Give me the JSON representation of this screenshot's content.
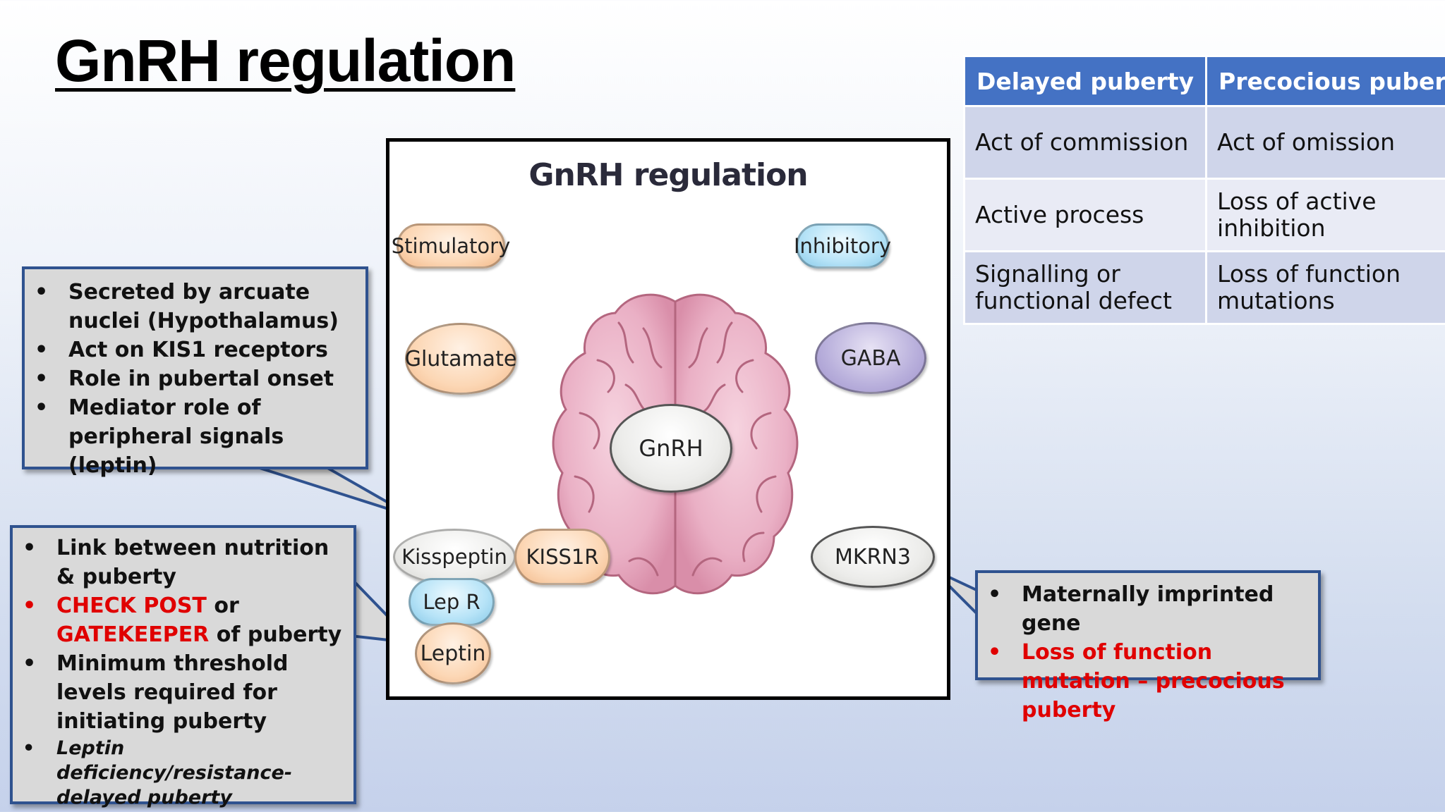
{
  "slide": {
    "title": "GnRH regulation"
  },
  "comparison_table": {
    "headers": [
      "Delayed puberty",
      "Precocious puberty"
    ],
    "rows": [
      [
        "Act of commission",
        "Act of omission"
      ],
      [
        "Active process",
        "Loss of active inhibition"
      ],
      [
        "Signalling or functional defect",
        "Loss of function mutations"
      ]
    ]
  },
  "callout_gnrh": {
    "items": [
      "Secreted by arcuate nuclei (Hypothalamus)",
      "Act on KIS1 receptors",
      "Role in pubertal onset",
      "Mediator role of peripheral signals (leptin)"
    ]
  },
  "callout_leptin": {
    "item1": "Link between nutrition & puberty",
    "item2_a": "CHECK POST",
    "item2_b": " or ",
    "item2_c": "GATEKEEPER",
    "item2_d": " of puberty",
    "item3": "Minimum threshold levels required for initiating puberty",
    "item4": "Leptin deficiency/resistance- delayed puberty"
  },
  "callout_mkrn3": {
    "item1": "Maternally imprinted gene",
    "item2": "Loss of function mutation – precocious puberty"
  },
  "figure": {
    "title": "GnRH regulation",
    "stimulatory": "Stimulatory",
    "inhibitory": "Inhibitory",
    "glutamate": "Glutamate",
    "gaba": "GABA",
    "gnrh": "GnRH",
    "kisspeptin": "Kisspeptin",
    "kiss1r": "KISS1R",
    "lepr": "Lep R",
    "leptin": "Leptin",
    "mkrn3": "MKRN3"
  },
  "colors": {
    "header_blue": "#4472c4",
    "callout_border": "#2f528f",
    "callout_fill": "#d9d9d9",
    "highlight_red": "#e00000",
    "brain_pink": "#e8a6bd"
  }
}
